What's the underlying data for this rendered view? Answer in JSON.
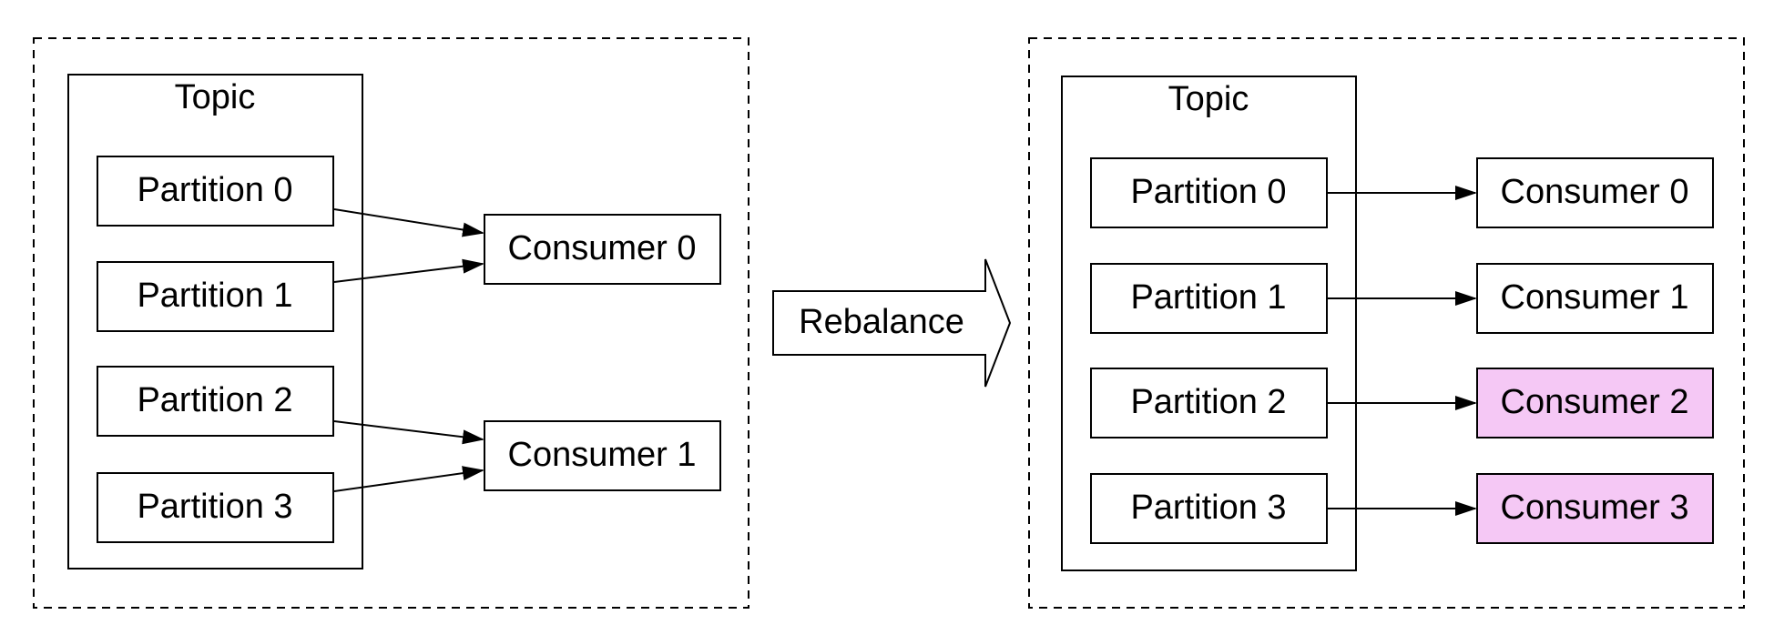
{
  "before": {
    "topic_label": "Topic",
    "partitions": [
      "Partition 0",
      "Partition 1",
      "Partition 2",
      "Partition 3"
    ],
    "consumers": [
      "Consumer 0",
      "Consumer 1"
    ],
    "assignments": [
      {
        "partition": "Partition 0",
        "consumer": "Consumer 0"
      },
      {
        "partition": "Partition 1",
        "consumer": "Consumer 0"
      },
      {
        "partition": "Partition 2",
        "consumer": "Consumer 1"
      },
      {
        "partition": "Partition 3",
        "consumer": "Consumer 1"
      }
    ]
  },
  "transition_label": "Rebalance",
  "after": {
    "topic_label": "Topic",
    "partitions": [
      "Partition 0",
      "Partition 1",
      "Partition 2",
      "Partition 3"
    ],
    "consumers": [
      "Consumer 0",
      "Consumer 1",
      "Consumer 2",
      "Consumer 3"
    ],
    "new_consumers": [
      "Consumer 2",
      "Consumer 3"
    ],
    "assignments": [
      {
        "partition": "Partition 0",
        "consumer": "Consumer 0"
      },
      {
        "partition": "Partition 1",
        "consumer": "Consumer 1"
      },
      {
        "partition": "Partition 2",
        "consumer": "Consumer 2"
      },
      {
        "partition": "Partition 3",
        "consumer": "Consumer 3"
      }
    ]
  },
  "colors": {
    "stroke": "#000000",
    "box_fill": "#ffffff",
    "new_consumer_fill": "#f5c8f5"
  }
}
